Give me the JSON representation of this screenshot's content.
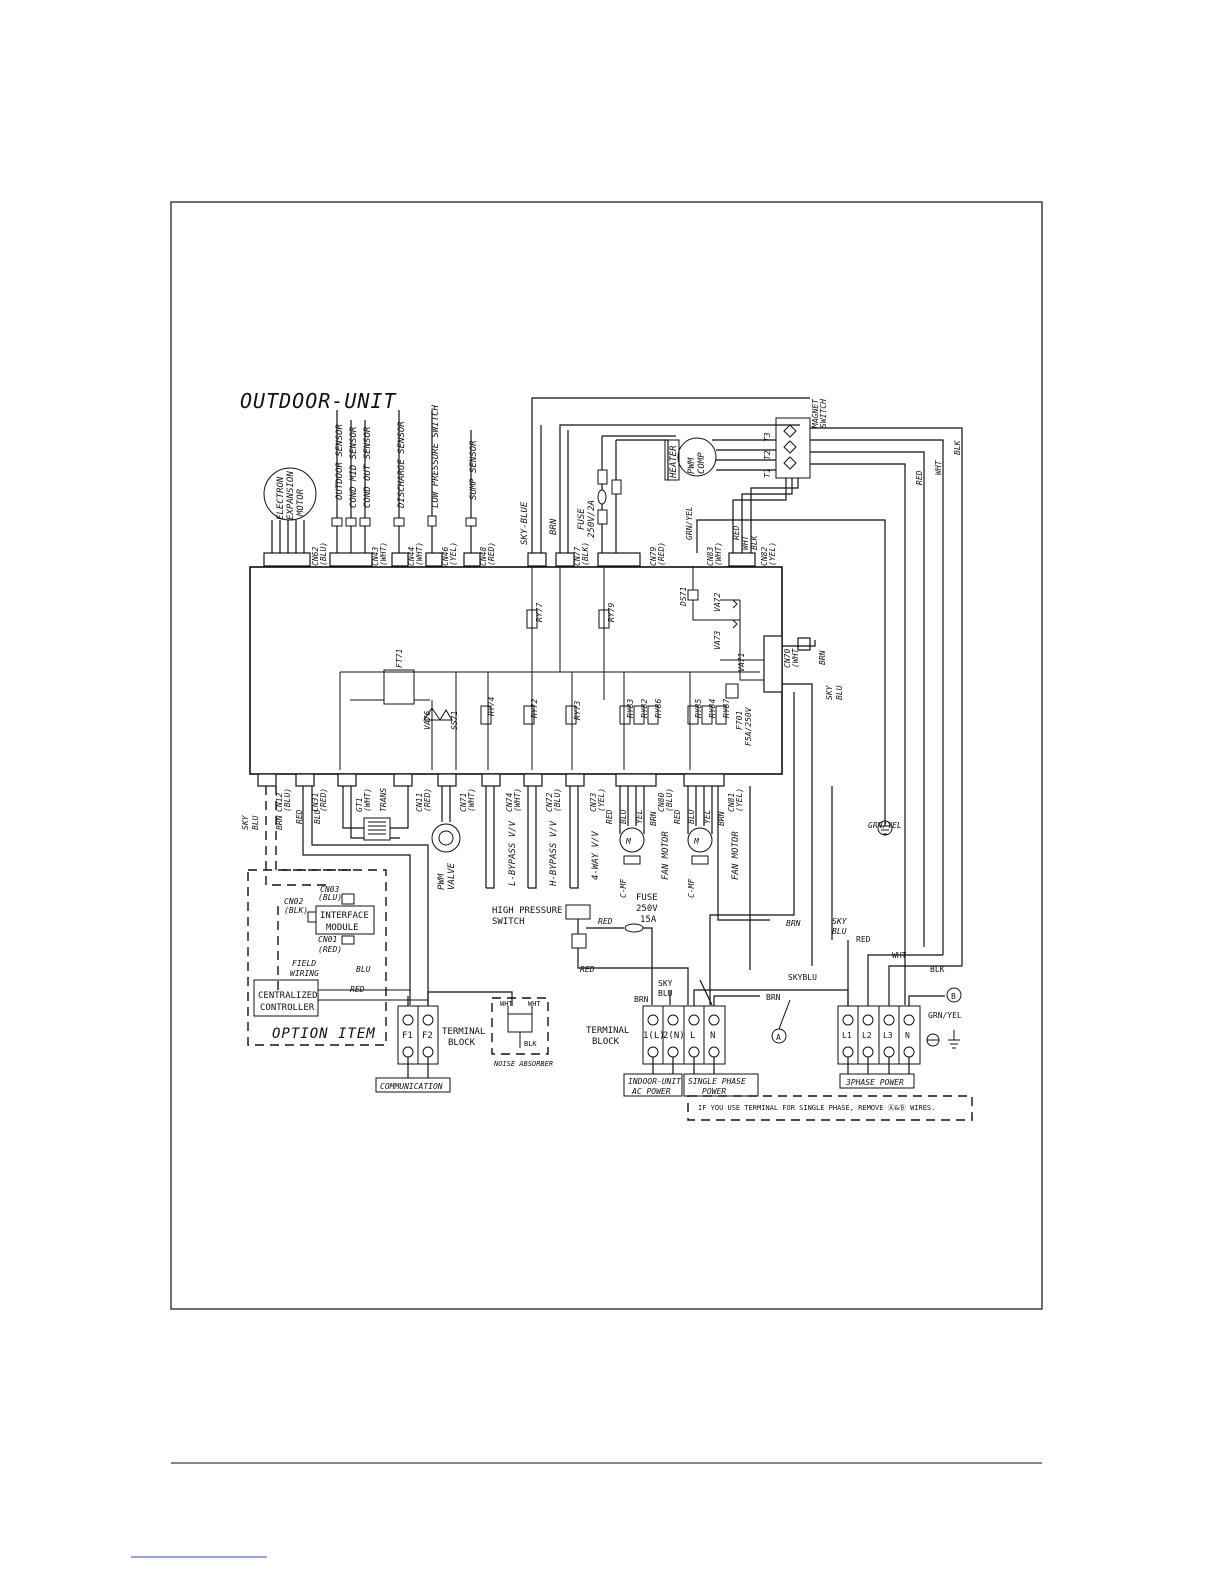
{
  "diagram": {
    "title": "OUTDOOR-UNIT",
    "components": {
      "eev_motor": [
        "ELECTRON",
        "EXPANSION",
        "MOTOR"
      ],
      "outdoor_sensor": "OUTDOOR SENSOR",
      "cond_mid_sensor": "COND MID SENSOR",
      "cond_out_sensor": "COND OUT SENSOR",
      "discharge_sensor": "DISCHARGE SENSOR",
      "low_pressure_switch": "LOW PRESSURE SWITCH",
      "sump_sensor": "SUMP SENSOR",
      "heater": "HEATER",
      "pwm_comp": [
        "PWM",
        "COMP"
      ],
      "magnet_switch": [
        "MAGNET",
        "SWITCH"
      ],
      "fuse_top": [
        "FUSE",
        "250V/2A"
      ],
      "trans": "TRANS",
      "pwm_valve": [
        "PWM",
        "VALVE"
      ],
      "l_bypass": "L-BYPASS V/V",
      "h_bypass": "H-BYPASS V/V",
      "four_way": "4-WAY V/V",
      "fan_motor": "FAN MOTOR",
      "c_mf": "C-MF",
      "high_pressure_switch": [
        "HIGH PRESSURE",
        "SWITCH"
      ],
      "fuse_hp": [
        "FUSE",
        "250V",
        "15A"
      ],
      "interface_module": [
        "INTERFACE",
        "MODULE"
      ],
      "centralized_controller": [
        "CENTRALIZED",
        "CONTROLLER"
      ],
      "option_item": "OPTION ITEM",
      "field_wiring": [
        "FIELD",
        "WIRING"
      ],
      "terminal_block": [
        "TERMINAL",
        "BLOCK"
      ],
      "noise_absorber": "NOISE ABSORBER",
      "communication": "COMMUNICATION",
      "indoor_unit_ac_power": [
        "INDOOR-UNIT",
        "AC POWER"
      ],
      "single_phase_power": [
        "SINGLE PHASE",
        "POWER"
      ],
      "three_phase_power": "3PHASE POWER",
      "note": "IF YOU USE TERMINAL FOR SINGLE PHASE, REMOVE Ⓐ&Ⓑ WIRES."
    },
    "top_connectors": [
      {
        "id": "CN62",
        "color": "(BLU)"
      },
      {
        "id": "CN43",
        "color": "(WHT)"
      },
      {
        "id": "CN44",
        "color": "(WHT)"
      },
      {
        "id": "CN46",
        "color": "(YEL)"
      },
      {
        "id": "CN48",
        "color": "(RED)"
      },
      {
        "id": "CN77",
        "color": "(BLK)"
      },
      {
        "id": "CN79",
        "color": "(RED)"
      },
      {
        "id": "CN83",
        "color": "(WHT)"
      },
      {
        "id": "CN82",
        "color": "(YEL)"
      },
      {
        "id": "CN70",
        "color": "(WHT)"
      }
    ],
    "bottom_connectors": [
      {
        "id": "CN12",
        "color": "(BLU)"
      },
      {
        "id": "CN31",
        "color": "(RED)"
      },
      {
        "id": "GT1",
        "color": "(WHT)"
      },
      {
        "id": "CN11",
        "color": "(RED)"
      },
      {
        "id": "CN71",
        "color": "(WHT)"
      },
      {
        "id": "CN74",
        "color": "(WHT)"
      },
      {
        "id": "CN72",
        "color": "(BLU)"
      },
      {
        "id": "CN73",
        "color": "(YEL)"
      },
      {
        "id": "CN80",
        "color": "(BLU)"
      },
      {
        "id": "CN81",
        "color": "(YEL)"
      }
    ],
    "parts": {
      "ft71": "FT71",
      "va76": "VA76",
      "ss71": "SS71",
      "ds71": "DS71",
      "va72": "VA72",
      "va73": "VA73",
      "va71": "VA71",
      "f701": [
        "F701",
        "F5A/250V"
      ],
      "cn02": [
        "CN02",
        "(BLK)"
      ],
      "cn03": [
        "CN03",
        "(BLU)"
      ],
      "cn01": [
        "CN01",
        "(RED)"
      ]
    },
    "relays": [
      "RY77",
      "RY79",
      "RY74",
      "RY72",
      "RY73",
      "RY83",
      "RY82",
      "RY86",
      "RY85",
      "RY84",
      "RY87"
    ],
    "wire_colors": {
      "sky_blue": "SKY-BLUE",
      "brn": "BRN",
      "blk": "BLK",
      "wht": "WHT",
      "red": "RED",
      "sky": "SKY",
      "blu": "BLU",
      "skyblu": "SKYBLU",
      "grn_yel": "GRN/YEL",
      "yel": "YEL"
    },
    "motor_tag": "M",
    "comm_terminals": [
      "F1",
      "F2"
    ],
    "single_phase_terminals": [
      "1(L)",
      "2(N)",
      "L",
      "N"
    ],
    "three_phase_terminals": [
      "L1",
      "L2",
      "L3",
      "N"
    ],
    "mark_a": "A",
    "mark_b": "B",
    "ms_terminals": [
      "T1",
      "T2",
      "T3"
    ]
  }
}
